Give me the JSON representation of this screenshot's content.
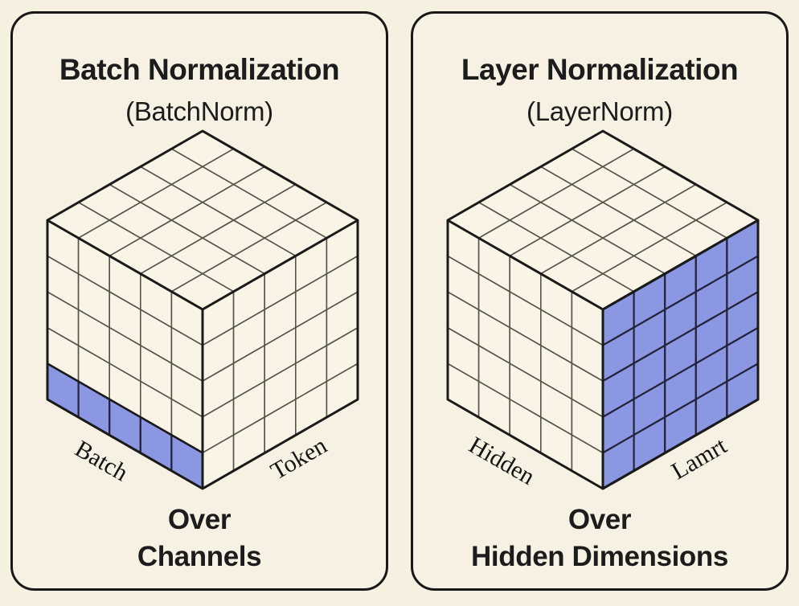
{
  "colors": {
    "background": "#f6f0e1",
    "panel_fill": "#f7f1e3",
    "outline": "#1a1a1a",
    "cell_line": "#55534a",
    "face_fill": "#faf4e6",
    "highlight_fill": "#8b97e3",
    "highlight_line": "#23233a",
    "text": "#1c1c1c"
  },
  "cube": {
    "divisions": 5
  },
  "panels": [
    {
      "title": "Batch Normalization",
      "subtitle": "(BatchNorm)",
      "left_axis_label": "Batch",
      "right_axis_label": "Token",
      "caption_line1": "Over",
      "caption_line2": "Channels",
      "highlight": {
        "face": "left",
        "cells": "bottom-row"
      }
    },
    {
      "title": "Layer Normalization",
      "subtitle": "(LayerNorm)",
      "left_axis_label": "Hidden",
      "right_axis_label": "Lamrt",
      "caption_line1": "Over",
      "caption_line2": "Hidden Dimensions",
      "highlight": {
        "face": "right",
        "cells": "all"
      }
    }
  ]
}
